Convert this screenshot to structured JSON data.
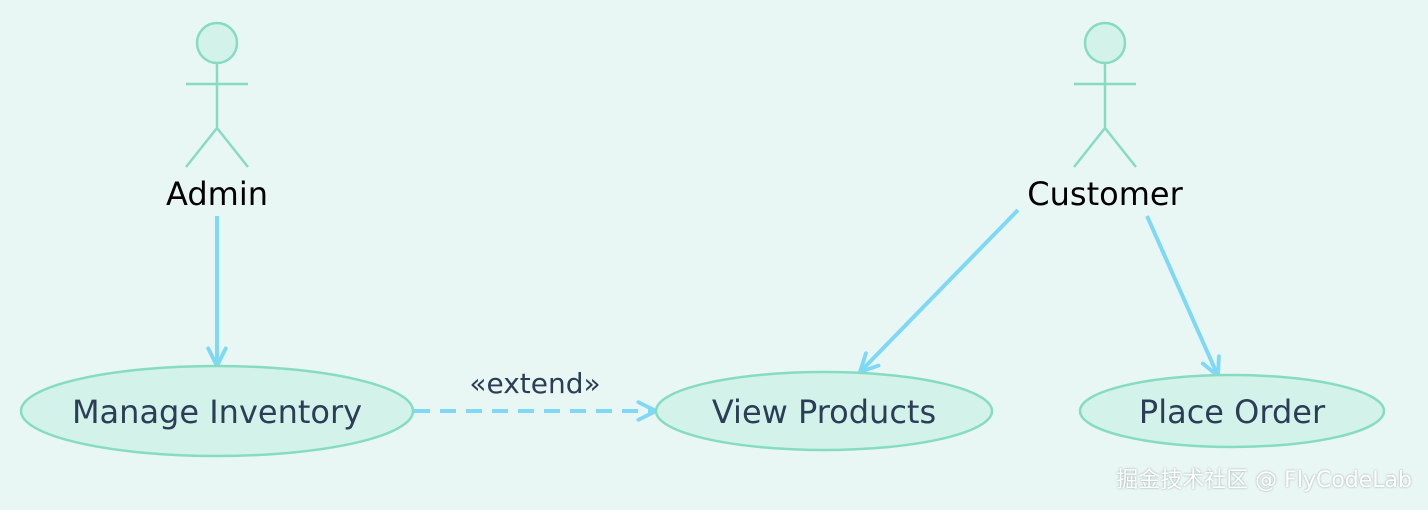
{
  "actors": [
    {
      "id": "admin",
      "label": "Admin"
    },
    {
      "id": "customer",
      "label": "Customer"
    }
  ],
  "use_cases": [
    {
      "id": "manage_inventory",
      "label": "Manage Inventory"
    },
    {
      "id": "view_products",
      "label": "View Products"
    },
    {
      "id": "place_order",
      "label": "Place Order"
    }
  ],
  "relations": [
    {
      "from": "admin",
      "to": "manage_inventory",
      "style": "solid",
      "label": ""
    },
    {
      "from": "customer",
      "to": "view_products",
      "style": "solid",
      "label": ""
    },
    {
      "from": "customer",
      "to": "place_order",
      "style": "solid",
      "label": ""
    },
    {
      "from": "manage_inventory",
      "to": "view_products",
      "style": "dashed",
      "label": "«extend»"
    }
  ],
  "colors": {
    "background": "#e8f7f3",
    "node_fill": "#d3f3ea",
    "node_stroke": "#86dcc0",
    "arrow": "#7fd8f5",
    "use_case_text": "#2c3e57",
    "actor_text": "#000000"
  },
  "watermark": "掘金技术社区 @ FlyCodeLab"
}
